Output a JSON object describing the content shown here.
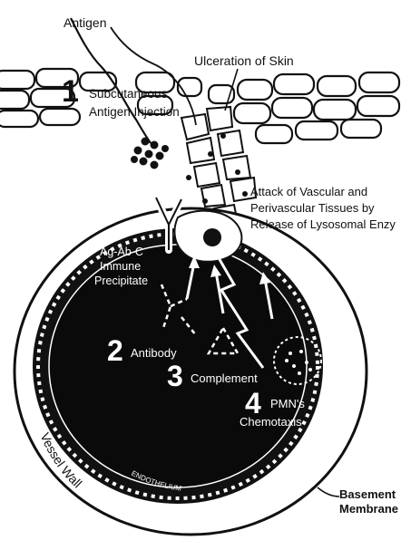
{
  "labels": {
    "antigen": "Antigen",
    "ulceration": "Ulceration of Skin",
    "step1_number": "1",
    "step1_line1": "Subcutaneous",
    "step1_line2": "Antigen Injection",
    "attack_line1": "Attack of Vascular and",
    "attack_line2": "Perivascular Tissues by",
    "attack_line3": "Release of Lysosomal Enzy",
    "immune_line1": "Ag-Ab-C",
    "immune_line2": "Immune",
    "immune_line3": "Precipitate",
    "step2_number": "2",
    "step2_text": "Antibody",
    "step3_number": "3",
    "step3_text": "Complement",
    "step4_number": "4",
    "step4_line1": "PMN's",
    "step4_line2": "Chemotaxis",
    "vessel_wall": "Vessel Wall",
    "endothelium": "ENDOTHELIUM",
    "basement_line1": "Basement",
    "basement_line2": "Membrane"
  },
  "colors": {
    "ink": "#111111",
    "paper": "#ffffff",
    "lumen": "#0a0a0a"
  }
}
